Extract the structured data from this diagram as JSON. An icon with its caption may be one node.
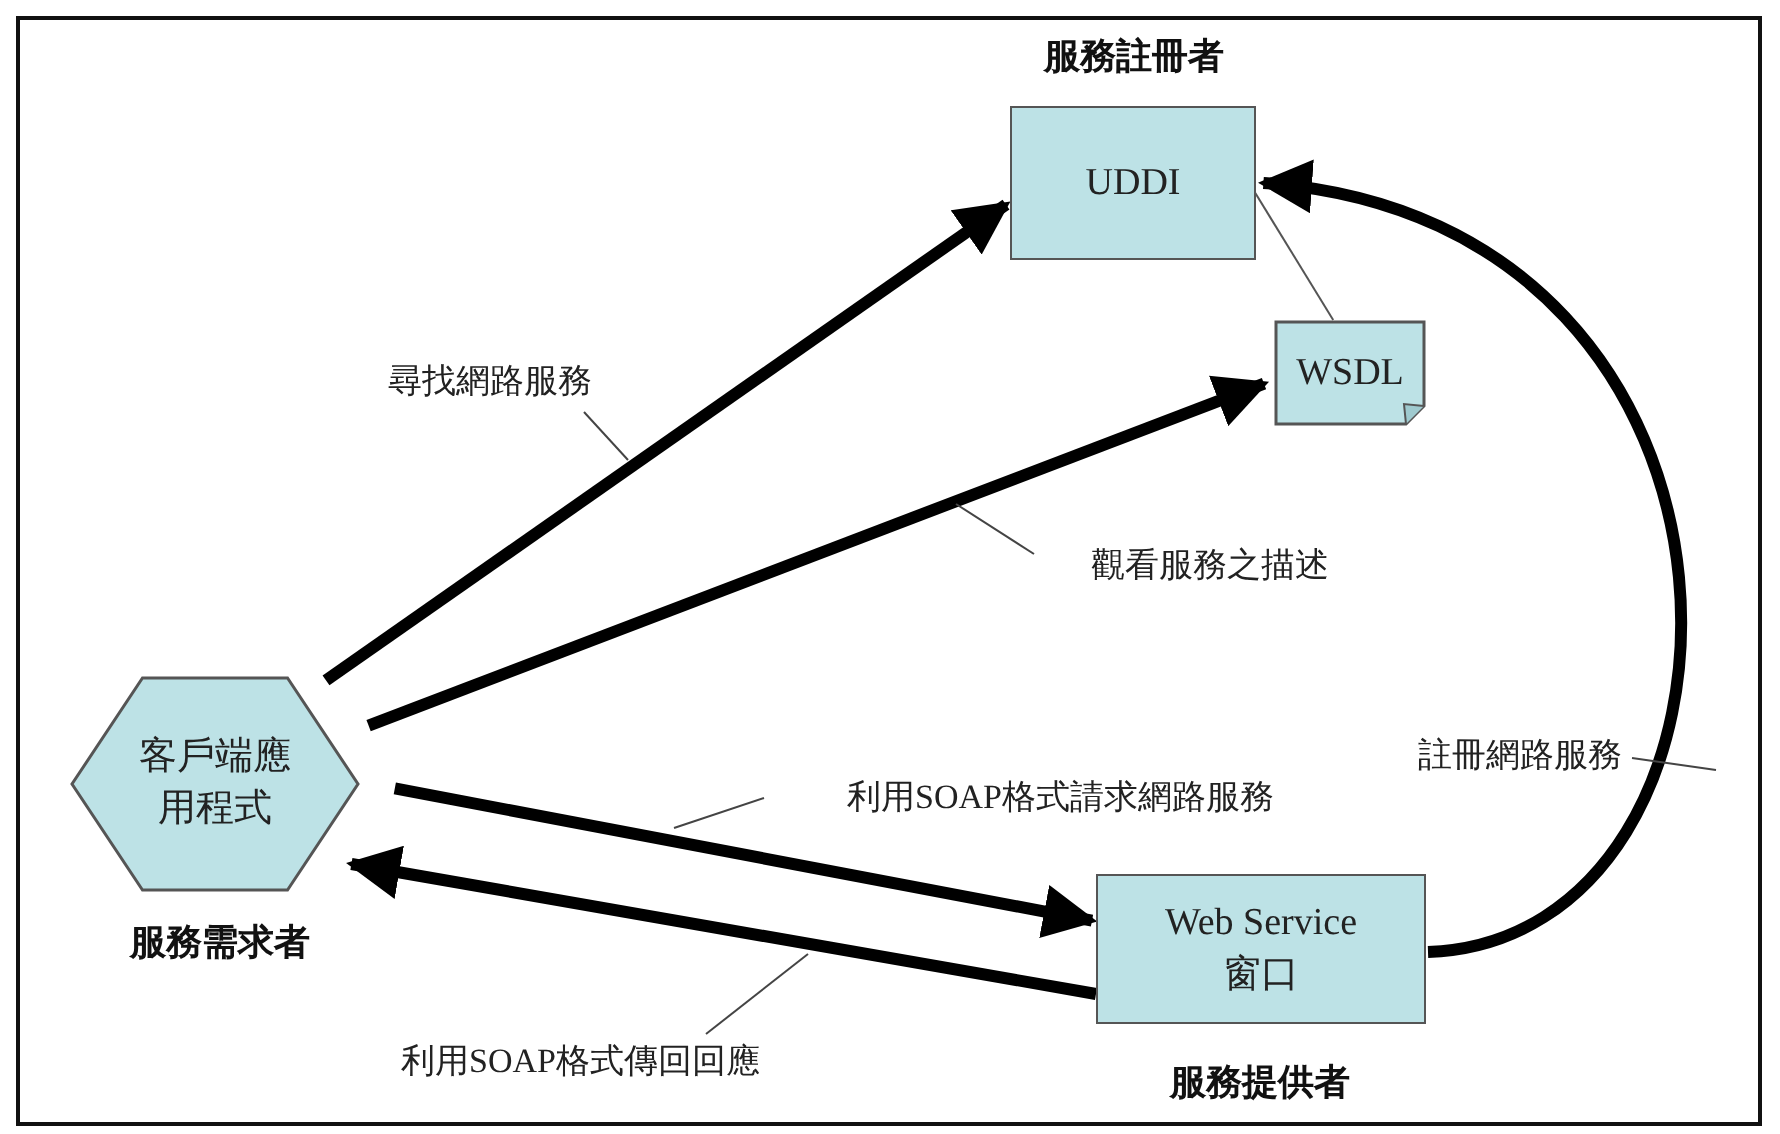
{
  "diagram": {
    "nodes": [
      {
        "text": [
          "UDDI"
        ],
        "beside": [
          "服務註冊者"
        ]
      },
      {
        "text": [
          "WSDL"
        ]
      },
      {
        "text": [
          "客戶端應用程式"
        ],
        "beside": [
          "服務需求者"
        ]
      },
      {
        "text": [
          "Web Service 窗口"
        ],
        "beside": [
          "服務提供者"
        ]
      }
    ],
    "edges": [
      {
        "from": 2,
        "to": 0,
        "arrow": "to",
        "label": "尋找網路服務"
      },
      {
        "from": 2,
        "to": 1,
        "arrow": "to",
        "label": "觀看服務之描述"
      },
      {
        "from": 2,
        "to": 3,
        "arrow": "to",
        "label": "利用SOAP格式請求網路服務"
      },
      {
        "from": 3,
        "to": 2,
        "arrow": "to",
        "label": "利用SOAP格式傳回回應"
      },
      {
        "from": 3,
        "to": 0,
        "arrow": "to",
        "label": "註冊網路服務"
      },
      {
        "from": 0,
        "to": 1,
        "arrow": "none"
      }
    ]
  }
}
